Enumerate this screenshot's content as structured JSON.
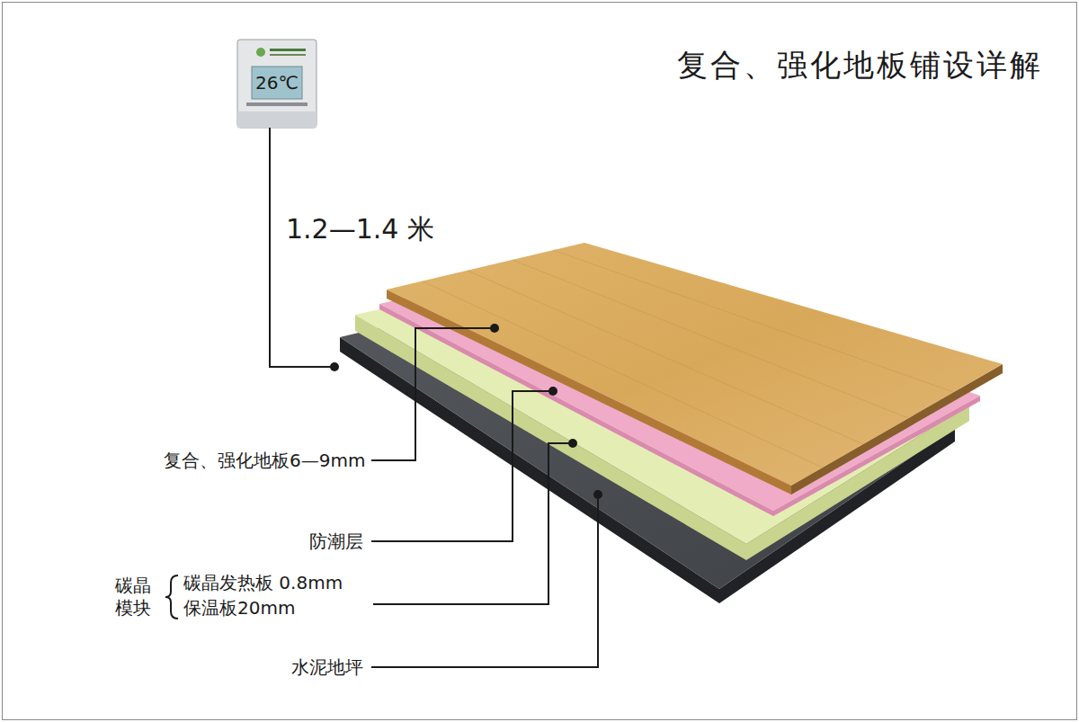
{
  "diagram": {
    "title": "复合、强化地板铺设详解",
    "labels": [
      "26℃",
      "1.2—1.4 米",
      "复合、强化地板6—9mm",
      "防潮层",
      "碳晶模块",
      "碳晶发热板 0.8mm",
      "保温板20mm",
      "水泥地坪"
    ]
  }
}
